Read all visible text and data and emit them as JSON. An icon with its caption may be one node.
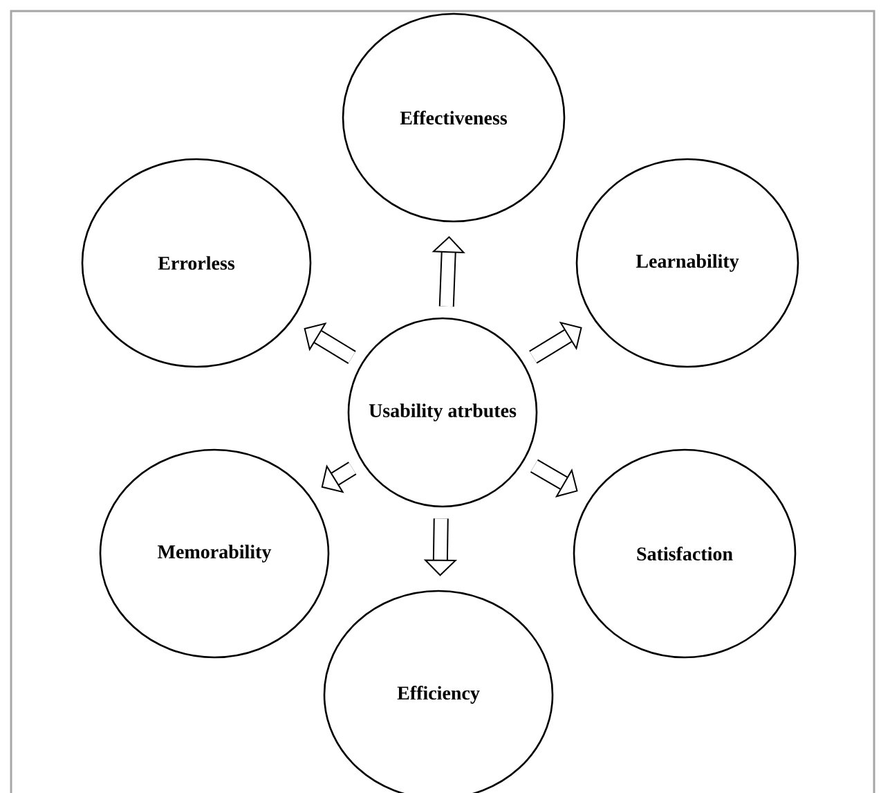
{
  "diagram": {
    "nodes": [
      {
        "text": [
          "Effectiveness"
        ]
      },
      {
        "text": [
          "Errorless"
        ]
      },
      {
        "text": [
          "Learnability"
        ]
      },
      {
        "text": [
          "Usability atrbutes"
        ]
      },
      {
        "text": [
          "Memorability"
        ]
      },
      {
        "text": [
          "Satisfaction"
        ]
      },
      {
        "text": [
          "Efficiency"
        ]
      }
    ],
    "edges": [
      {
        "from": 3,
        "to": 0,
        "arrow": "to"
      },
      {
        "from": 3,
        "to": 2,
        "arrow": "to"
      },
      {
        "from": 3,
        "to": 5,
        "arrow": "to"
      },
      {
        "from": 3,
        "to": 6,
        "arrow": "to"
      },
      {
        "from": 3,
        "to": 4,
        "arrow": "to"
      },
      {
        "from": 3,
        "to": 1,
        "arrow": "to"
      }
    ]
  }
}
